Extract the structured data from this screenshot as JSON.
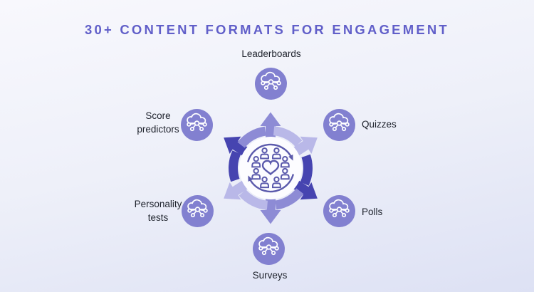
{
  "title": "30+ CONTENT FORMATS FOR ENGAGEMENT",
  "colors": {
    "background_top": "#f8f8fd",
    "background_mid": "#eef0f9",
    "background_bottom": "#dde1f4",
    "title_text": "#615fc9",
    "label_text": "#20242e",
    "node_fill": "#8280d0",
    "icon_stroke": "#ffffff",
    "arrow_dark": "#4644b0",
    "arrow_medium": "#8d8bd5",
    "arrow_light": "#b9b8e8",
    "hub_fill": "#fcfcff",
    "illustration_stroke": "#5b5aac"
  },
  "diagram": {
    "center_icon": "people-heart-cycle-icon",
    "node_icon": "cloud-network-icon",
    "nodes": [
      {
        "id": "leaderboards",
        "label": "Leaderboards",
        "position": "top",
        "label_position": "above"
      },
      {
        "id": "quizzes",
        "label": "Quizzes",
        "position": "top-right",
        "label_position": "right"
      },
      {
        "id": "polls",
        "label": "Polls",
        "position": "bottom-right",
        "label_position": "right"
      },
      {
        "id": "surveys",
        "label": "Surveys",
        "position": "bottom",
        "label_position": "below"
      },
      {
        "id": "personality-tests",
        "label": "Personality tests",
        "position": "bottom-left",
        "label_position": "left"
      },
      {
        "id": "score-predictors",
        "label": "Score predictors",
        "position": "top-left",
        "label_position": "left"
      }
    ]
  }
}
